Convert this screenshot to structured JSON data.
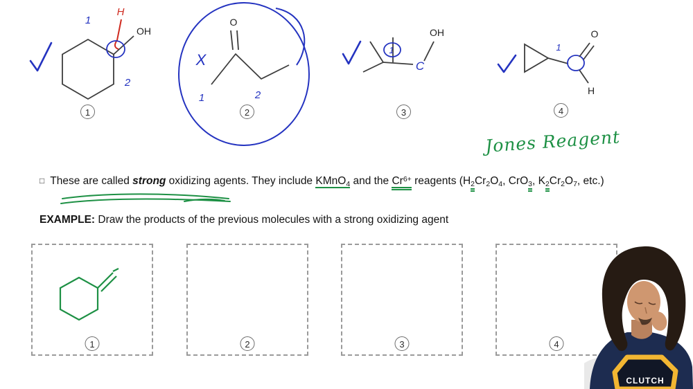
{
  "colors": {
    "blue": "#2433c0",
    "red": "#cf2b20",
    "green": "#1d9044",
    "ink": "#3d3d3d"
  },
  "molecules": [
    {
      "badge": "1",
      "labels": {
        "oh": "OH",
        "h": "H",
        "n1": "1",
        "n2": "2"
      }
    },
    {
      "badge": "2",
      "labels": {
        "o": "O",
        "x": "X",
        "n1": "1",
        "n2": "2"
      }
    },
    {
      "badge": "3",
      "labels": {
        "oh": "OH",
        "c": "C",
        "n1": "1"
      }
    },
    {
      "badge": "4",
      "labels": {
        "o": "O",
        "h": "H",
        "n1": "1"
      }
    }
  ],
  "annotations": {
    "jones_reagent": "Jones Reagent"
  },
  "statement": {
    "checkbox": "□",
    "seg1": "These are called ",
    "strong_word": "strong",
    "seg2": " oxidizing agents. They include ",
    "kmno": "KMnO",
    "kmno_sub": "4",
    "seg3": " and the ",
    "cr": "Cr",
    "cr_sup": "6+",
    "seg4": " reagents (",
    "f1a": "H",
    "f1b": "2",
    "f1c": "Cr",
    "f1d": "2",
    "f1e": "O",
    "f1f": "4",
    "comma1": ", ",
    "f2a": "CrO",
    "f2b": "3",
    "comma2": ", ",
    "f3a": "K",
    "f3b": "2",
    "f3c": "Cr",
    "f3d": "2",
    "f3e": "O",
    "f3f": "7",
    "seg5": ", etc.)"
  },
  "example": {
    "label": "EXAMPLE:",
    "text": " Draw the products of the previous molecules with a strong oxidizing agent"
  },
  "answer_boxes": [
    {
      "badge": "1"
    },
    {
      "badge": "2"
    },
    {
      "badge": "3"
    },
    {
      "badge": "4"
    }
  ],
  "webcam": {
    "shirt_text": "CLUTCH"
  }
}
